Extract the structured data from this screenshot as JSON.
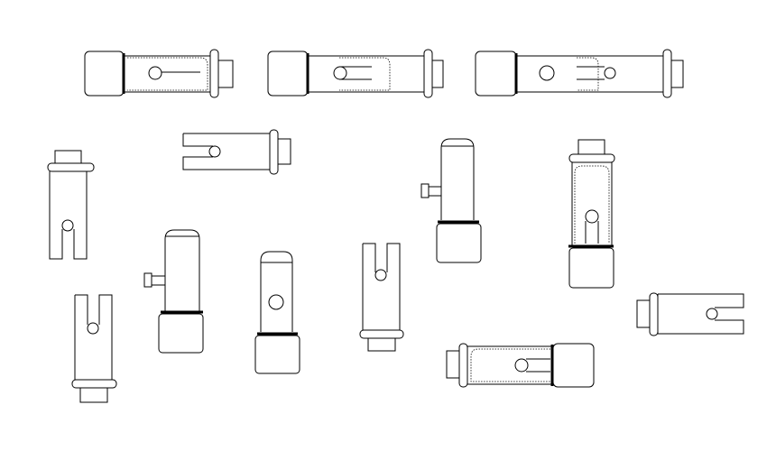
{
  "drawing": {
    "line_color": "#000000",
    "background": "#ffffff",
    "components": [
      {
        "kind": "assembled-clamp",
        "variant": "slot-closed"
      },
      {
        "kind": "assembled-clamp",
        "variant": "slot-mid"
      },
      {
        "kind": "assembled-clamp",
        "variant": "slot-open-hole-visible"
      },
      {
        "kind": "slotted-sleeve",
        "orientation": "horizontal"
      },
      {
        "kind": "slotted-sleeve",
        "orientation": "vertical"
      },
      {
        "kind": "slotted-sleeve",
        "orientation": "vertical-inverted"
      },
      {
        "kind": "screw-body",
        "orientation": "vertical"
      },
      {
        "kind": "capsule-body",
        "orientation": "vertical"
      },
      {
        "kind": "slotted-sleeve",
        "orientation": "vertical-inverted"
      },
      {
        "kind": "screw-body",
        "orientation": "vertical"
      },
      {
        "kind": "assembled-clamp",
        "orientation": "vertical"
      },
      {
        "kind": "assembled-clamp",
        "orientation": "horizontal-mirrored"
      },
      {
        "kind": "slotted-sleeve",
        "orientation": "horizontal-mirrored"
      }
    ]
  }
}
